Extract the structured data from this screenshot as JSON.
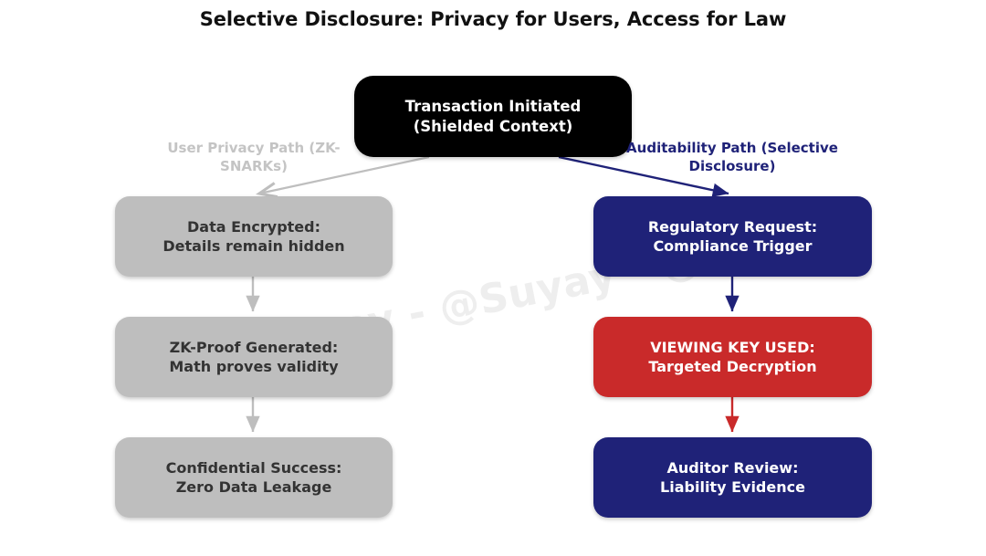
{
  "title": "Selective Disclosure: Privacy for Users, Access for Law",
  "watermark": {
    "text": "@Suyay - @Suyay - @Suyay"
  },
  "colors": {
    "root": "#000000",
    "privacy_path": "#bebebe",
    "privacy_label": "#c4c4c4",
    "audit_path": "#1f2278",
    "alert": "#c92a2a",
    "background": "#ffffff",
    "gray_text": "#333333",
    "white_text": "#ffffff"
  },
  "diagram": {
    "type": "flowchart",
    "root": {
      "id": "transaction-initiated",
      "line1": "Transaction Initiated",
      "line2": "(Shielded Context)",
      "fill": "#000000",
      "text_color": "#ffffff"
    },
    "branches": [
      {
        "id": "user-privacy-path",
        "label_line1": "User Privacy Path",
        "label_line2": "(ZK-SNARKs)",
        "label_color": "#c4c4c4",
        "edge_color": "#bebebe",
        "side": "left",
        "nodes": [
          {
            "id": "data-encrypted",
            "line1": "Data Encrypted:",
            "line2": "Details remain hidden",
            "fill": "#bebebe",
            "text_color": "#333333"
          },
          {
            "id": "zk-proof-generated",
            "line1": "ZK-Proof Generated:",
            "line2": "Math proves validity",
            "fill": "#bebebe",
            "text_color": "#333333"
          },
          {
            "id": "confidential-success",
            "line1": "Confidential Success:",
            "line2": "Zero Data Leakage",
            "fill": "#bebebe",
            "text_color": "#333333"
          }
        ]
      },
      {
        "id": "auditability-path",
        "label_line1": "Auditability Path",
        "label_line2": "(Selective Disclosure)",
        "label_color": "#1f2278",
        "edge_color": "#1f2278",
        "side": "right",
        "nodes": [
          {
            "id": "regulatory-request",
            "line1": "Regulatory Request:",
            "line2": "Compliance Trigger",
            "fill": "#1f2278",
            "text_color": "#ffffff"
          },
          {
            "id": "viewing-key-used",
            "line1": "VIEWING KEY USED:",
            "line2": "Targeted Decryption",
            "fill": "#c92a2a",
            "text_color": "#ffffff"
          },
          {
            "id": "auditor-review",
            "line1": "Auditor Review:",
            "line2": "Liability Evidence",
            "fill": "#1f2278",
            "text_color": "#ffffff"
          }
        ]
      }
    ],
    "edges": [
      {
        "id": "root-to-data-encrypted",
        "from": "transaction-initiated",
        "to": "data-encrypted",
        "color": "#bebebe"
      },
      {
        "id": "data-encrypted-to-zk-proof",
        "from": "data-encrypted",
        "to": "zk-proof-generated",
        "color": "#bebebe"
      },
      {
        "id": "zk-proof-to-confidential-success",
        "from": "zk-proof-generated",
        "to": "confidential-success",
        "color": "#bebebe"
      },
      {
        "id": "root-to-regulatory-request",
        "from": "transaction-initiated",
        "to": "regulatory-request",
        "color": "#1f2278"
      },
      {
        "id": "regulatory-request-to-viewing-key",
        "from": "regulatory-request",
        "to": "viewing-key-used",
        "color": "#1f2278"
      },
      {
        "id": "viewing-key-to-auditor-review",
        "from": "viewing-key-used",
        "to": "auditor-review",
        "color": "#c92a2a"
      }
    ]
  }
}
